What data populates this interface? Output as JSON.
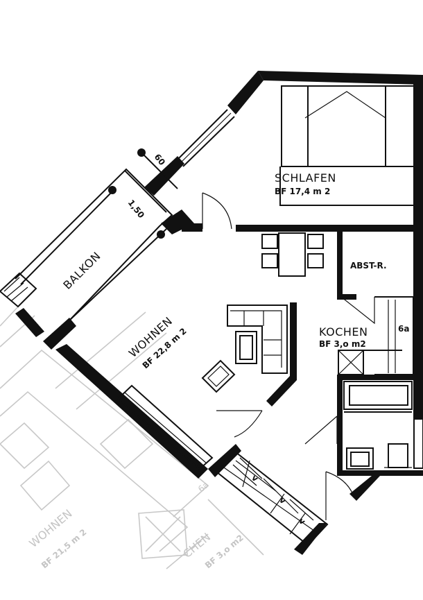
{
  "rooms": {
    "schlafen": {
      "name": "SCHLAFEN",
      "area": "BF 17,4 m 2"
    },
    "wohnen": {
      "name": "WOHNEN",
      "area": "BF 22,8 m 2"
    },
    "balkon": {
      "name": "BALKON"
    },
    "abstr": {
      "name": "ABST-R."
    },
    "kochen": {
      "name": "KOCHEN",
      "area": "BF 3,o m2"
    },
    "bad": {
      "name": "6a"
    }
  },
  "dimensions": {
    "balkon_depth": "1,50",
    "wall_offset": "60"
  },
  "ghost_plan": {
    "wohnen_name": "WOHNEN",
    "wohnen_area": "BF 21,5 m 2",
    "kochen_name": "CHEN",
    "kochen_area": "BF 3,o m2",
    "marker": "6a"
  },
  "stair_markers": [
    "v",
    "v",
    "v"
  ],
  "colors": {
    "ink": "#111111",
    "ghost": "#c8c8c8",
    "paper": "#ffffff"
  }
}
